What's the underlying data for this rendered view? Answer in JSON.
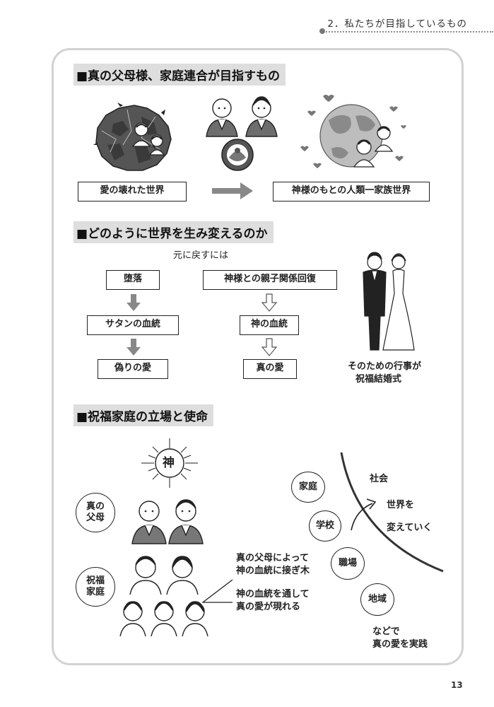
{
  "header": {
    "title": "2．私たちが目指しているもの"
  },
  "page_number": "13",
  "section1": {
    "title": "■真の父母様、家庭連合が目指すもの",
    "broken_world_label": "愛の壊れた世界",
    "family_world_label": "神様のもとの人類一家族世界"
  },
  "section2": {
    "title": "■どのように世界を生み変えるのか",
    "return_label": "元に戻すには",
    "left_chain": [
      "堕落",
      "サタンの血統",
      "偽りの愛"
    ],
    "right_chain": [
      "神様との親子関係回復",
      "神の血統",
      "真の愛"
    ],
    "wedding_caption_line1": "そのための行事が",
    "wedding_caption_line2": "祝福結婚式"
  },
  "section3": {
    "title": "■祝福家庭の立場と使命",
    "god_label": "神",
    "true_parents_line1": "真の",
    "true_parents_line2": "父母",
    "blessed_family_line1": "祝福",
    "blessed_family_line2": "家庭",
    "graft_line1": "真の父母によって",
    "graft_line2": "神の血統に接ぎ木",
    "lineage_line1": "神の血統を通して",
    "lineage_line2": "真の愛が現れる",
    "circles": {
      "family": "家庭",
      "school": "学校",
      "workplace": "職場",
      "region": "地域"
    },
    "society": "社会",
    "change_line1": "世界を",
    "change_line2": "変えていく",
    "practice_line1": "などで",
    "practice_line2": "真の愛を実践"
  }
}
